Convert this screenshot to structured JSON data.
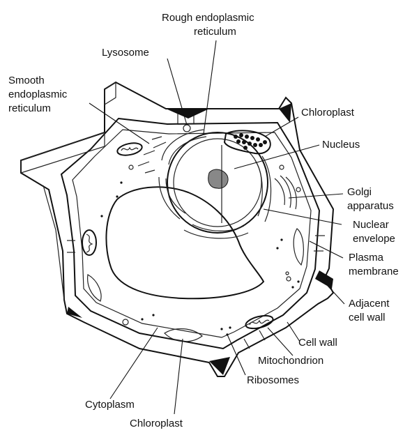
{
  "diagram": {
    "labels": {
      "rough_er": [
        "Rough endoplasmic",
        "reticulum"
      ],
      "lysosome": "Lysosome",
      "smooth_er": [
        "Smooth",
        "endoplasmic",
        "reticulum"
      ],
      "chloroplast_top": "Chloroplast",
      "nucleus": "Nucleus",
      "golgi": [
        "Golgi",
        "apparatus"
      ],
      "nuclear_envelope": [
        "Nuclear",
        "envelope"
      ],
      "plasma_membrane": [
        "Plasma",
        "membrane"
      ],
      "adjacent_cell_wall": [
        "Adjacent",
        "cell wall"
      ],
      "cell_wall": "Cell wall",
      "mitochondrion": "Mitochondrion",
      "ribosomes": "Ribosomes",
      "cytoplasm": "Cytoplasm",
      "chloroplast_bottom": "Chloroplast"
    }
  }
}
